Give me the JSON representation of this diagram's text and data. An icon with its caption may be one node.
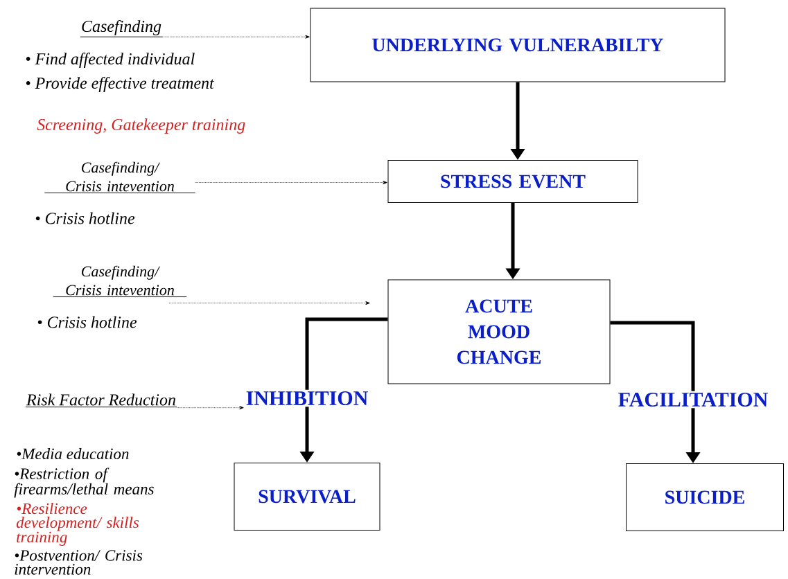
{
  "diagram": {
    "nodes": [
      {
        "text": [
          "UNDERLYING VULNERABILTY"
        ]
      },
      {
        "text": [
          "STRESS EVENT"
        ]
      },
      {
        "text": [
          "ACUTE MOOD CHANGE"
        ]
      },
      {
        "text": [
          "INHIBITION"
        ]
      },
      {
        "text": [
          "FACILITATION"
        ]
      },
      {
        "text": [
          "SURVIVAL"
        ]
      },
      {
        "text": [
          "SUICIDE"
        ]
      },
      {
        "text": [
          "Casefinding"
        ]
      },
      {
        "text": [
          "Casefinding/ Crisis intevention"
        ]
      },
      {
        "text": [
          "Casefinding/ Crisis intevention"
        ]
      },
      {
        "text": [
          "Risk Factor Reduction"
        ]
      }
    ],
    "edges": [
      {
        "from": 0,
        "to": 1,
        "arrow": "to"
      },
      {
        "from": 1,
        "to": 2,
        "arrow": "to"
      },
      {
        "from": 2,
        "to": 3,
        "arrow": "none"
      },
      {
        "from": 2,
        "to": 4,
        "arrow": "none"
      },
      {
        "from": 3,
        "to": 5,
        "arrow": "to"
      },
      {
        "from": 4,
        "to": 6,
        "arrow": "to"
      },
      {
        "from": 7,
        "to": 0,
        "arrow": "to",
        "style": "dashed"
      },
      {
        "from": 8,
        "to": 1,
        "arrow": "to",
        "style": "dashed"
      },
      {
        "from": 9,
        "to": 2,
        "arrow": "to",
        "style": "dashed"
      },
      {
        "from": 10,
        "to": 3,
        "arrow": "to",
        "style": "dashed"
      }
    ],
    "labels": [
      "• Find affected individual",
      "• Provide effective treatment",
      "Screening, Gatekeeper training",
      "• Crisis hotline",
      "• Crisis hotline",
      "•Media education",
      "•Restriction of firearms/lethal means",
      "•Resilience development/ skills training",
      "•Postvention/ Crisis intervention"
    ]
  }
}
